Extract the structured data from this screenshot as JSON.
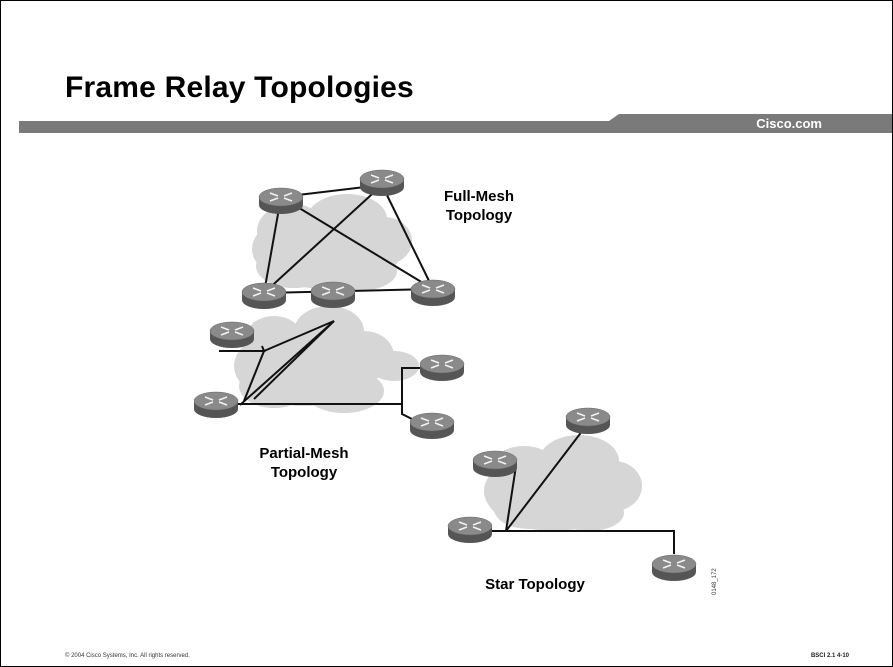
{
  "slide": {
    "title": "Frame Relay Topologies",
    "brand": "Cisco.com",
    "footer_left": "© 2004 Cisco Systems, Inc. All rights reserved.",
    "footer_right": "BSCI 2.1     4-10"
  },
  "diagram": {
    "full_mesh_label_line1": "Full-Mesh",
    "full_mesh_label_line2": "Topology",
    "partial_mesh_label_line1": "Partial-Mesh",
    "partial_mesh_label_line2": "Topology",
    "star_label": "Star Topology",
    "figure_id": "0148_172"
  }
}
